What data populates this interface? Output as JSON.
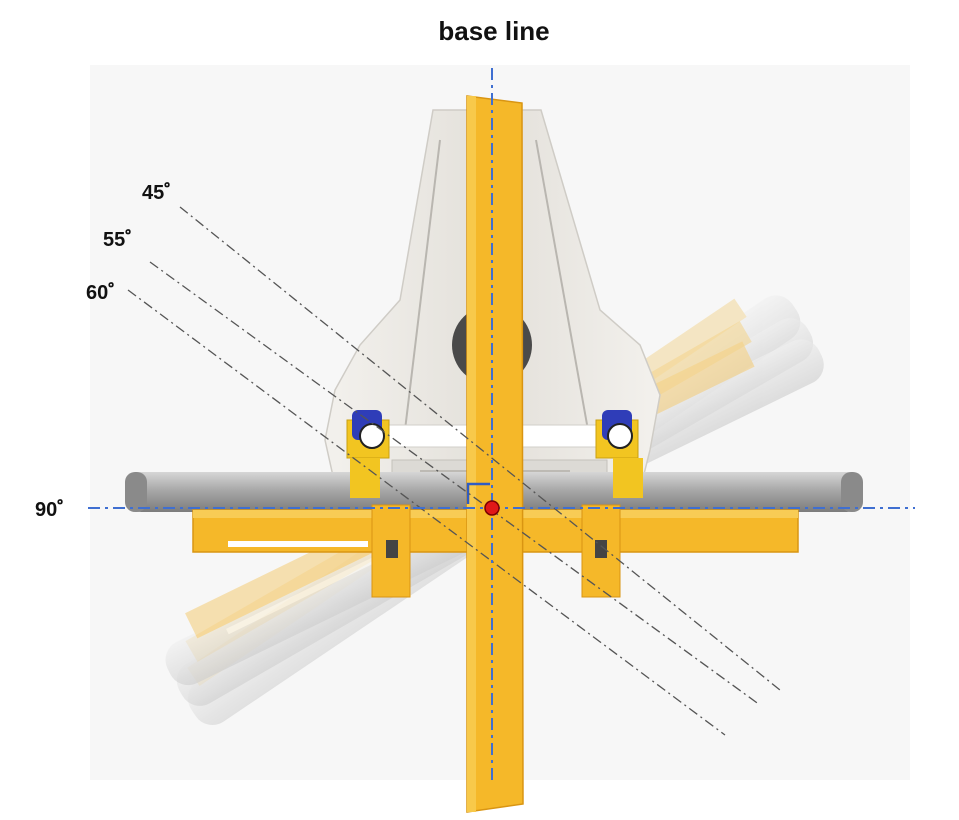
{
  "title": "base line",
  "angle_labels": {
    "a45": "45゜",
    "a55": "55゜",
    "a60": "60゜",
    "a90": "90゜"
  },
  "colors": {
    "arm": "#f5b829",
    "arm_dark": "#d99512",
    "arm_ghost": "#f7dc9e",
    "roller": "#9a9a9a",
    "roller_ghost": "#dedede",
    "housing": "#e9e7e3",
    "baseline": "#3f6fd1",
    "pivot": "#e01818"
  }
}
